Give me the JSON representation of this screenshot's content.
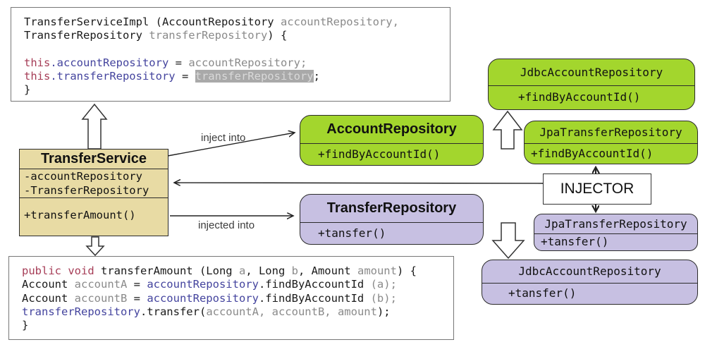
{
  "colors": {
    "green": "#a3d62d",
    "purple": "#c7c0e2",
    "tan": "#e8dba4",
    "box_border": "#2b2b2b",
    "code_border": "#777777",
    "keyword": "#a63d57",
    "member": "#44449e",
    "param": "#8a8a8a",
    "code_default": "#1a1a1a",
    "highlight_bg": "#a9a9a9",
    "highlight_text": "#d9d9d9",
    "arrow": "#222222",
    "label_text": "#3c3c3c"
  },
  "labels": {
    "inject_into": "inject into",
    "injected_into": "injected into"
  },
  "injector": {
    "title": "INJECTOR"
  },
  "classes": {
    "transfer_service": {
      "title": "TransferService",
      "fields": [
        "-accountRepository",
        "-TransferRepository"
      ],
      "methods": [
        "+transferAmount()"
      ]
    },
    "account_repository": {
      "title": "AccountRepository",
      "method": "+findByAccountId()"
    },
    "transfer_repository": {
      "title": "TransferRepository",
      "method": "+tansfer()"
    },
    "jdbc_account_repository_green": {
      "title": "JdbcAccountRepository",
      "method": "+findByAccountId()"
    },
    "jpa_transfer_repository_green": {
      "title": "JpaTransferRepository",
      "method": "+findByAccountId()"
    },
    "jpa_transfer_repository_purple": {
      "title": "JpaTransferRepository",
      "method": "+tansfer()"
    },
    "jdbc_account_repository_purple": {
      "title": "JdbcAccountRepository",
      "method": "+tansfer()"
    }
  },
  "code_top": {
    "lines": [
      [
        {
          "t": "TransferServiceImpl (AccountRepository ",
          "c": "d"
        },
        {
          "t": "accountRepository,",
          "c": "p"
        }
      ],
      [
        {
          "t": "TransferRepository ",
          "c": "d"
        },
        {
          "t": "transferRepository",
          "c": "p"
        },
        {
          "t": ") {",
          "c": "d"
        }
      ],
      [],
      [
        {
          "t": "this",
          "c": "k"
        },
        {
          "t": ".accountRepository",
          "c": "m"
        },
        {
          "t": " = ",
          "c": "d"
        },
        {
          "t": "accountRepository;",
          "c": "p"
        }
      ],
      [
        {
          "t": "this",
          "c": "k"
        },
        {
          "t": ".transferRepository",
          "c": "m"
        },
        {
          "t": " = ",
          "c": "d"
        },
        {
          "t": "transferRepository",
          "c": "p",
          "h": true
        },
        {
          "t": ";",
          "c": "d"
        }
      ],
      [
        {
          "t": "}",
          "c": "d"
        }
      ]
    ]
  },
  "code_bottom": {
    "lines": [
      [
        {
          "t": "public void",
          "c": "k"
        },
        {
          "t": " transferAmount (Long ",
          "c": "d"
        },
        {
          "t": "a",
          "c": "p"
        },
        {
          "t": ", Long ",
          "c": "d"
        },
        {
          "t": "b",
          "c": "p"
        },
        {
          "t": ", Amount ",
          "c": "d"
        },
        {
          "t": "amount",
          "c": "p"
        },
        {
          "t": ") {",
          "c": "d"
        }
      ],
      [
        {
          "t": "Account ",
          "c": "d"
        },
        {
          "t": "accountA",
          "c": "p"
        },
        {
          "t": " = ",
          "c": "d"
        },
        {
          "t": "accountRepository",
          "c": "m"
        },
        {
          "t": ".findByAccountId",
          "c": "d"
        },
        {
          "t": " (a);",
          "c": "p"
        }
      ],
      [
        {
          "t": "Account ",
          "c": "d"
        },
        {
          "t": "accountB",
          "c": "p"
        },
        {
          "t": " = ",
          "c": "d"
        },
        {
          "t": "accountRepository",
          "c": "m"
        },
        {
          "t": ".findByAccountId",
          "c": "d"
        },
        {
          "t": " (b);",
          "c": "p"
        }
      ],
      [
        {
          "t": "transferRepository",
          "c": "m"
        },
        {
          "t": ".transfer(",
          "c": "d"
        },
        {
          "t": "accountA, accountB, amount",
          "c": "p"
        },
        {
          "t": ");",
          "c": "d"
        }
      ],
      [
        {
          "t": "}",
          "c": "d"
        }
      ]
    ]
  }
}
